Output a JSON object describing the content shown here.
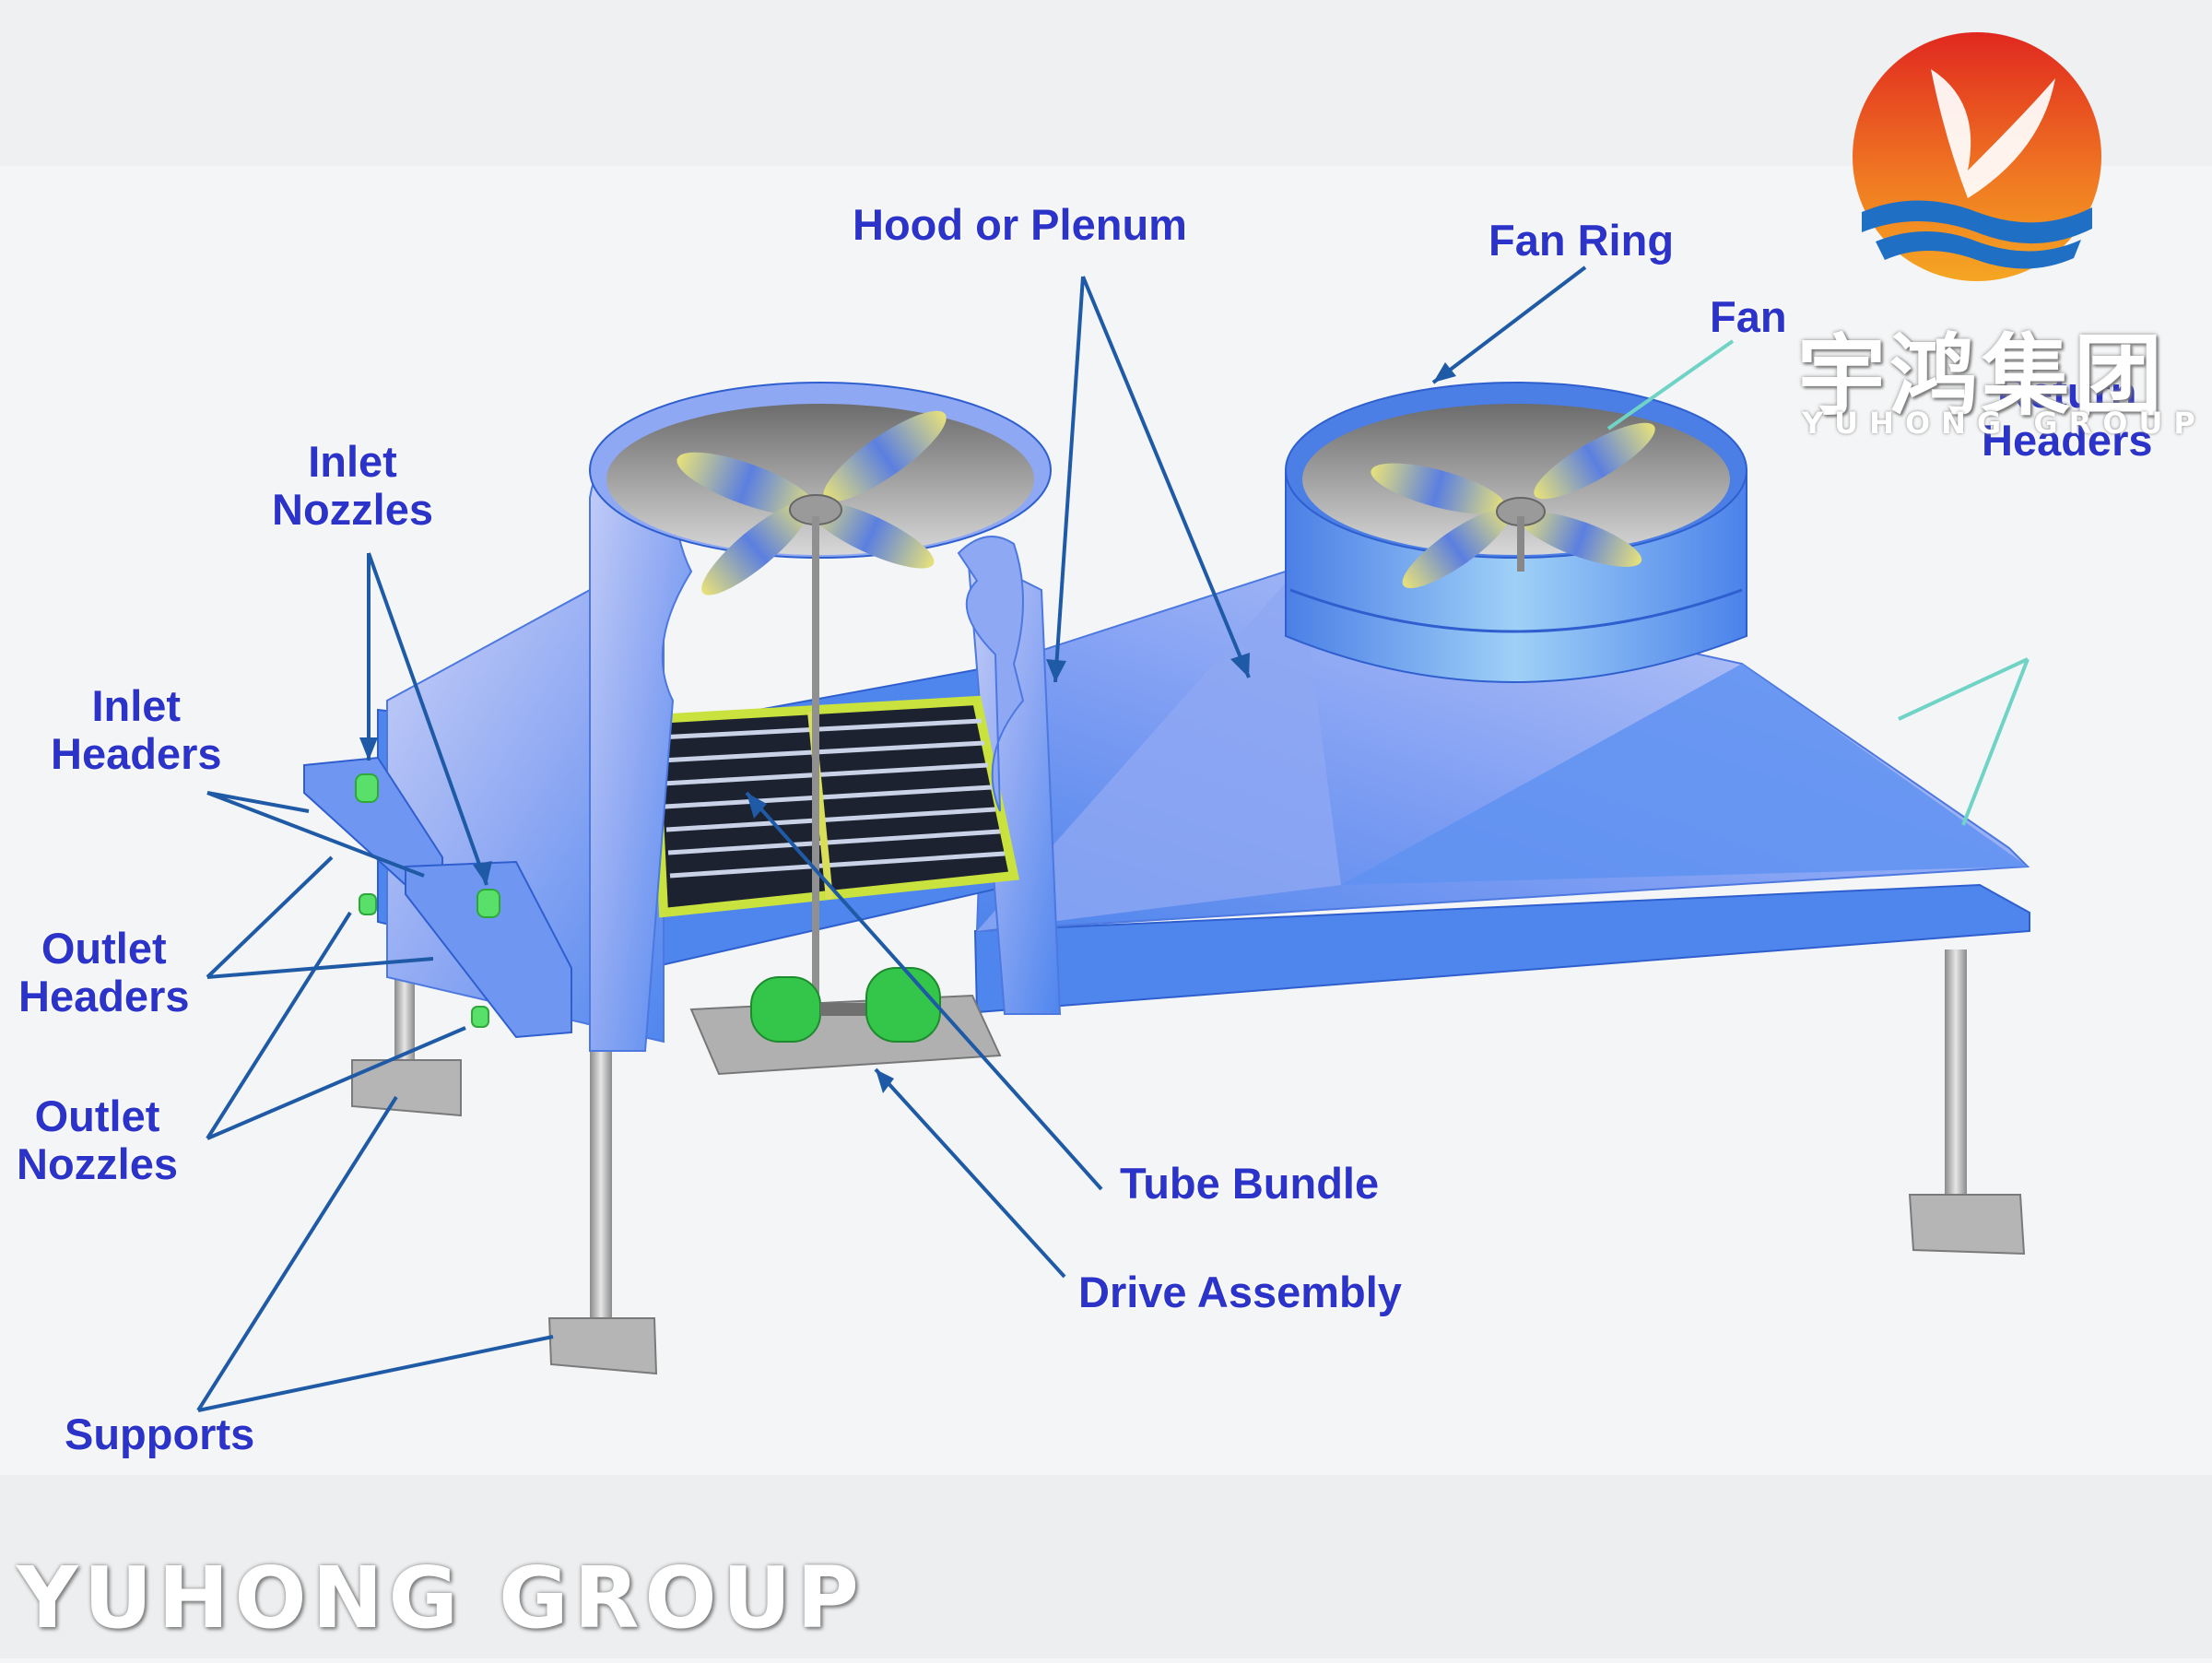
{
  "labels": {
    "hood": "Hood or Plenum",
    "fan_ring": "Fan Ring",
    "fan": "Fan",
    "return_headers": [
      "Return",
      "Headers"
    ],
    "inlet_nozzles": [
      "Inlet",
      "Nozzles"
    ],
    "inlet_headers": [
      "Inlet",
      "Headers"
    ],
    "outlet_headers": [
      "Outlet",
      "Headers"
    ],
    "outlet_nozzles": [
      "Outlet",
      "Nozzles"
    ],
    "tube_bundle": "Tube Bundle",
    "drive_assembly": "Drive Assembly",
    "supports": "Supports"
  },
  "branding": {
    "logo_cn": "宇鸿集团",
    "logo_en": "YUHONG GROUP",
    "watermark": "YUHONG GROUP"
  },
  "colors": {
    "label_text": "#2b33c9",
    "plenum_blue": "#5b8cf0",
    "plenum_light": "#b9c6f5",
    "arrow_blue": "#1f5aa6",
    "arrow_teal": "#6fd3c6",
    "logo_red": "#e53b2c",
    "logo_wave": "#1f6fc4"
  }
}
